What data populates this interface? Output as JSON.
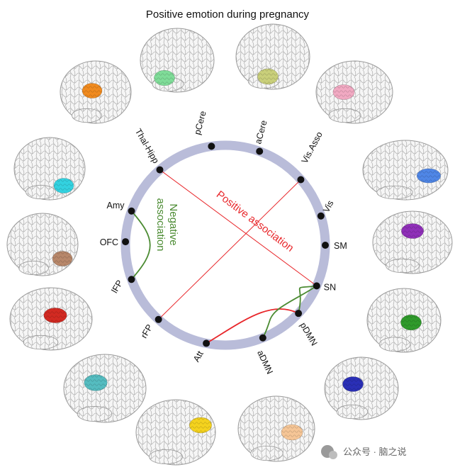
{
  "title": "Positive emotion during pregnancy",
  "ring_color": "#b9bcd9",
  "nodes": [
    {
      "id": "pCere",
      "label": "pCere"
    },
    {
      "id": "aCere",
      "label": "aCere"
    },
    {
      "id": "VisAsso",
      "label": "Vis.Asso"
    },
    {
      "id": "Vis",
      "label": "Vis"
    },
    {
      "id": "SM",
      "label": "SM"
    },
    {
      "id": "SN",
      "label": "SN"
    },
    {
      "id": "pDMN",
      "label": "pDMN"
    },
    {
      "id": "aDMN",
      "label": "aDMN"
    },
    {
      "id": "Att",
      "label": "Att"
    },
    {
      "id": "rFP",
      "label": "rFP"
    },
    {
      "id": "lFP",
      "label": "lFP"
    },
    {
      "id": "OFC",
      "label": "OFC"
    },
    {
      "id": "Amy",
      "label": "Amy"
    },
    {
      "id": "ThalHipp",
      "label": "Thal-Hipp"
    }
  ],
  "connections": {
    "positive": {
      "label": "Positive association",
      "color": "#e8262a",
      "edges": [
        [
          "ThalHipp",
          "SN"
        ],
        [
          "VisAsso",
          "rFP"
        ],
        [
          "Att",
          "pDMN"
        ]
      ]
    },
    "negative": {
      "label_line1": "Negative",
      "label_line2": "association",
      "color": "#4b8b32",
      "edges": [
        [
          "Amy",
          "lFP"
        ],
        [
          "SN",
          "pDMN"
        ],
        [
          "SN",
          "aDMN"
        ]
      ]
    }
  },
  "brain_icons": [
    {
      "name": "brain-orange-icon",
      "color": "#f08a1e"
    },
    {
      "name": "brain-green-icon",
      "color": "#7fdc98"
    },
    {
      "name": "brain-olive-icon",
      "color": "#c9cf7a"
    },
    {
      "name": "brain-pink-icon",
      "color": "#f1a9c2"
    },
    {
      "name": "brain-blue-icon",
      "color": "#4f86e6"
    },
    {
      "name": "brain-purple-icon",
      "color": "#8f2fb8"
    },
    {
      "name": "brain-darkgreen-icon",
      "color": "#2f9a2b"
    },
    {
      "name": "brain-navy-icon",
      "color": "#2a2fb6"
    },
    {
      "name": "brain-peach-icon",
      "color": "#f5c596"
    },
    {
      "name": "brain-yellow-icon",
      "color": "#f4d21e"
    },
    {
      "name": "brain-teal-icon",
      "color": "#55bcc0"
    },
    {
      "name": "brain-red-icon",
      "color": "#d22a22"
    },
    {
      "name": "brain-tan-icon",
      "color": "#b7876a"
    },
    {
      "name": "brain-cyan-icon",
      "color": "#33d2e0"
    }
  ],
  "watermark": {
    "text": "公众号 · 脑之说"
  }
}
